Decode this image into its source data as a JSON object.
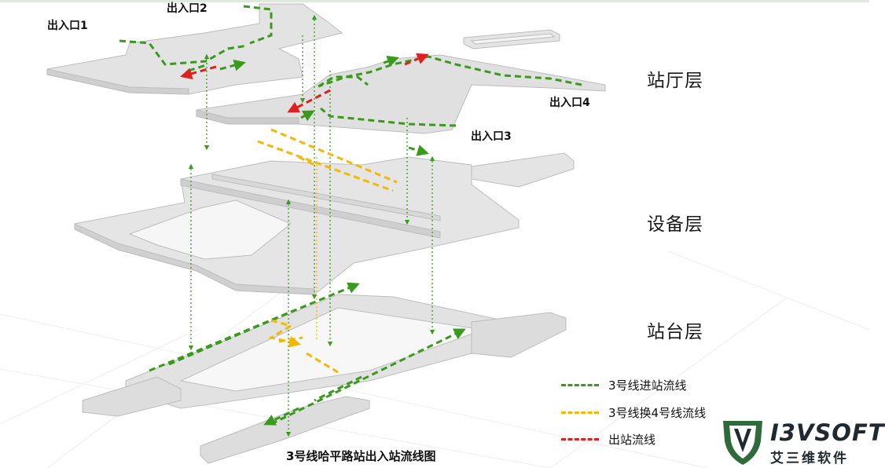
{
  "entrances": {
    "e1": "出入口1",
    "e2": "出入口2",
    "e3": "出入口3",
    "e4": "出入口4"
  },
  "layers": {
    "hall": "站厅层",
    "equipment": "设备层",
    "platform": "站台层"
  },
  "legend": [
    {
      "label": "3号线进站流线",
      "color": "#3a9a1c"
    },
    {
      "label": "3号线换4号线流线",
      "color": "#f5b800"
    },
    {
      "label": "出站流线",
      "color": "#e02020"
    }
  ],
  "caption": "3号线哈平路站出入站流线图",
  "logo": {
    "wordmark": "I3VSOFT",
    "chinese": "艾三维软件",
    "shield_color": "#2f6b3a"
  }
}
